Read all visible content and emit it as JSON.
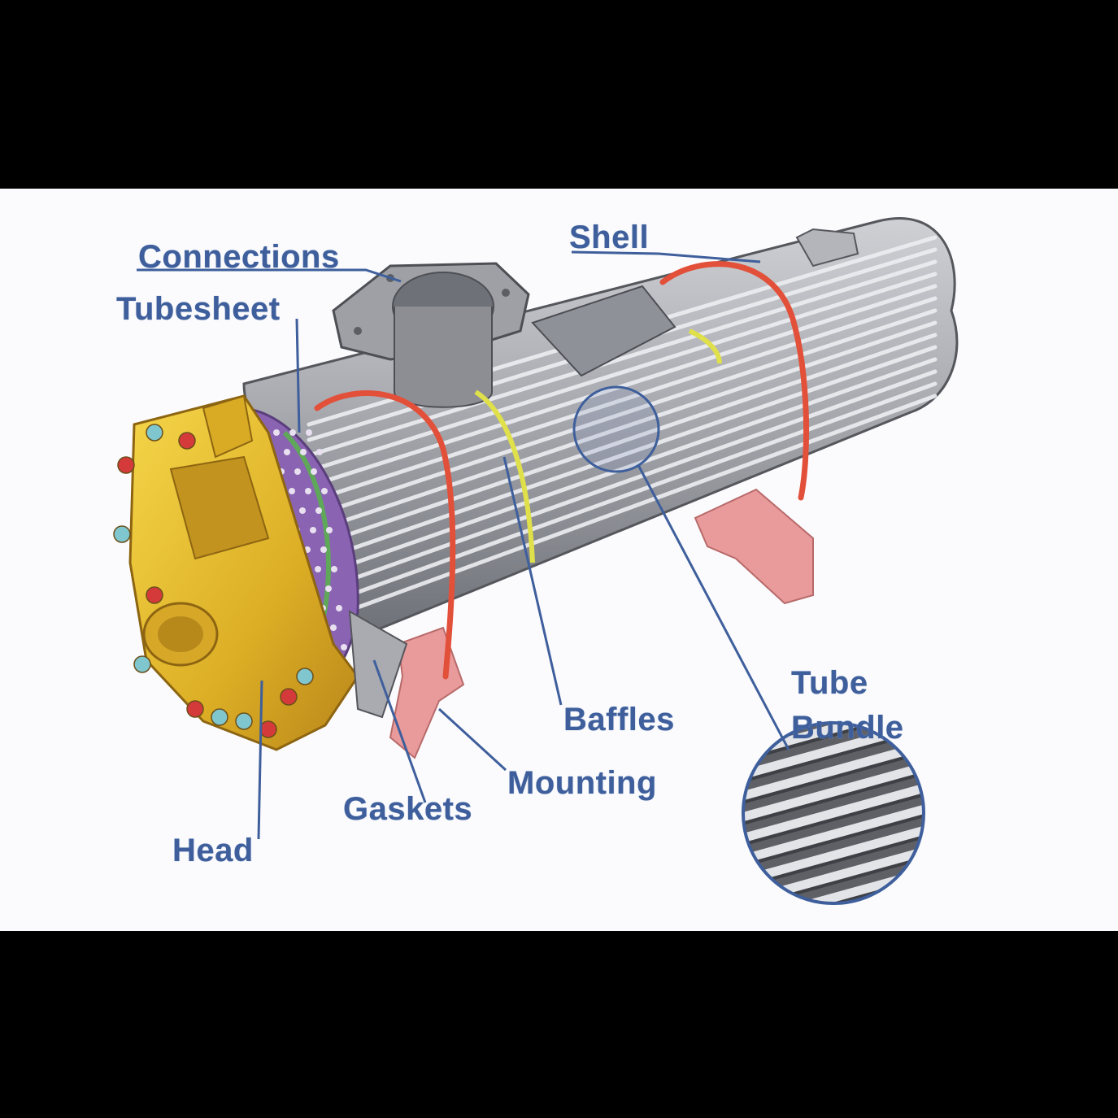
{
  "diagram": {
    "labels": {
      "connections": "Connections",
      "tubesheet": "Tubesheet",
      "shell": "Shell",
      "baffles": "Baffles",
      "mounting": "Mounting",
      "gaskets": "Gaskets",
      "head": "Head",
      "tube_bundle_line1": "Tube",
      "tube_bundle_line2": "Bundle"
    },
    "colors": {
      "label_text": "#3e5f9c",
      "leader_line": "#3e5f9c",
      "shell_grey": "#9a9ca3",
      "tube_light": "#e6e7ea",
      "head_yellow": "#e4b82c",
      "tubesheet_purple": "#8a63b2",
      "gasket_green": "#5fa85a",
      "baffle_yellow": "#dfe04a",
      "band_red": "#e2503a",
      "mounting_pink": "#e99b9b",
      "bolt_red": "#d43a3a",
      "bolt_teal": "#7fc6cf"
    }
  }
}
